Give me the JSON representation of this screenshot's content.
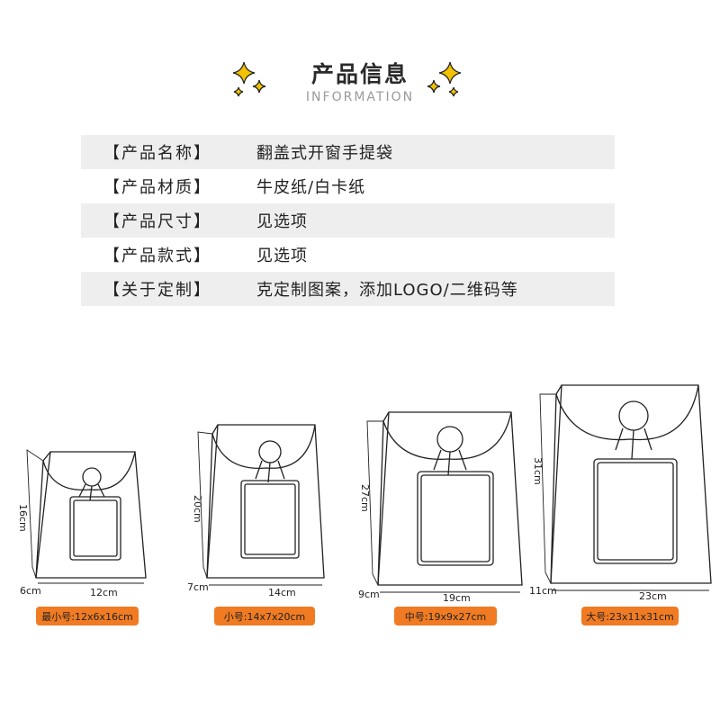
{
  "header": {
    "title": "产品信息",
    "subtitle": "INFORMATION"
  },
  "info_rows": [
    {
      "label": "【产品名称】",
      "value": "翻盖式开窗手提袋"
    },
    {
      "label": "【产品材质】",
      "value": "牛皮纸/白卡纸"
    },
    {
      "label": "【产品尺寸】",
      "value": "见选项"
    },
    {
      "label": "【产品款式】",
      "value": "见选项"
    },
    {
      "label": "【关于定制】",
      "value": "克定制图案，添加LOGO/二维码等"
    }
  ],
  "bags": [
    {
      "height": "16cm",
      "depth": "6cm",
      "width": "12cm",
      "tag": "最小号:12x6x16cm"
    },
    {
      "height": "20cm",
      "depth": "7cm",
      "width": "14cm",
      "tag": "小号:14x7x20cm"
    },
    {
      "height": "27cm",
      "depth": "9cm",
      "width": "19cm",
      "tag": "中号:19x9x27cm"
    },
    {
      "height": "31cm",
      "depth": "11cm",
      "width": "23cm",
      "tag": "大号:23x11x31cm"
    }
  ],
  "colors": {
    "tag_bg": "#f07b22",
    "row_shade": "#eeeeee",
    "sparkle": "#f2c200"
  }
}
